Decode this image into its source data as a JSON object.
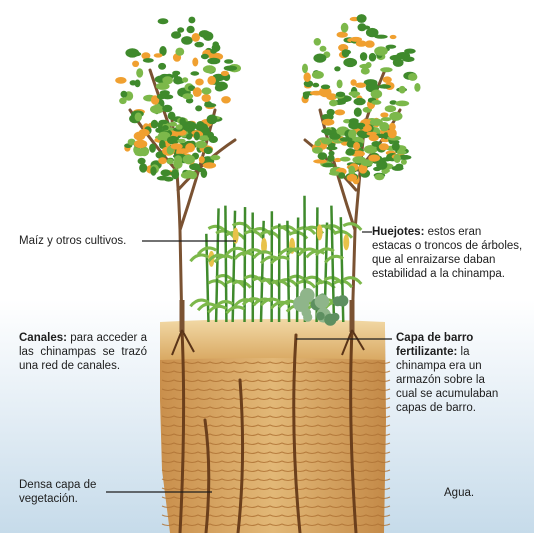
{
  "labels": {
    "maiz": {
      "text": "Maíz y otros cultivos."
    },
    "huejotes": {
      "title": "Huejotes:",
      "text": "estos eran estacas o troncos de árboles, que al enraizarse daban estabilidad a la chinampa."
    },
    "canales": {
      "title": "Canales:",
      "text": "para acceder a las chinampas se trazó una red de canales."
    },
    "capa_barro": {
      "title": "Capa de barro fertilizante:",
      "text": "la chinampa era un armazón sobre la cual se acumulaban capas de barro."
    },
    "densa": {
      "text": "Densa capa de vegetación."
    },
    "agua": {
      "text": "Agua."
    }
  },
  "colors": {
    "water_top": "#ffffff",
    "water_bottom": "#c9ddec",
    "soil": "#d9a963",
    "soil_dark": "#b4793a",
    "foliage": "#3f8a2c",
    "foliage_light": "#7cb84a",
    "flowers": "#f0a030",
    "bark": "#7a5232",
    "roots": "#5a3418"
  }
}
